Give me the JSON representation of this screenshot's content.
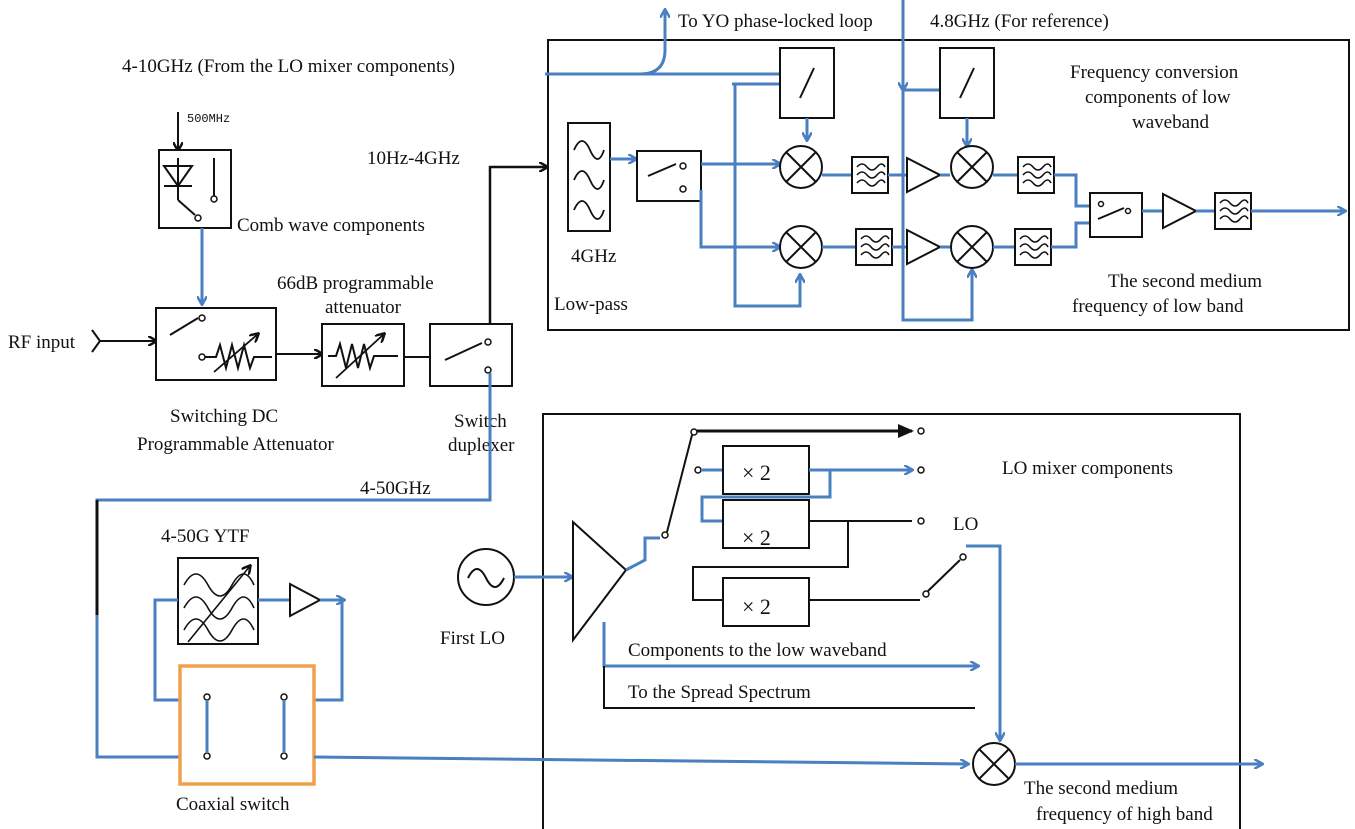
{
  "colors": {
    "signal_blue": "#4a7fc1",
    "line_black": "#111111",
    "switch_orange": "#f0a04b"
  },
  "labels": {
    "to_yo_pll": "To YO phase-locked loop",
    "ref_48": "4.8GHz (For reference)",
    "lo_mixer_in": "4-10GHz (From the LO mixer components)",
    "freq_conv_1": "Frequency conversion",
    "freq_conv_2": "components of low",
    "freq_conv_3": "waveband",
    "mhz500": "500MHz",
    "band_10hz_4ghz": "10Hz-4GHz",
    "comb_wave": "Comb wave components",
    "lp_4ghz": "4GHz",
    "low_pass": "Low-pass",
    "second_if_low_1": "The second medium",
    "second_if_low_2": "frequency of low band",
    "atten66_1": "66dB programmable",
    "atten66_2": "attenuator",
    "rf_input": "RF input",
    "switching_dc_1": "Switching DC",
    "switching_dc_2": "Programmable Attenuator",
    "switch_dup_1": "Switch",
    "switch_dup_2": "duplexer",
    "lo_mixer_components": "LO mixer components",
    "band_4_50": "4-50GHz",
    "ytf": "4-50G YTF",
    "mult_x2_a": "× 2",
    "mult_x2_b": "× 2",
    "mult_x2_c": "× 2",
    "lo": "LO",
    "first_lo": "First LO",
    "to_low_waveband": "Components to the low waveband",
    "to_spread": "To the Spread Spectrum",
    "coaxial_switch": "Coaxial switch",
    "second_if_high_1": "The second medium",
    "second_if_high_2": "frequency of high band"
  }
}
